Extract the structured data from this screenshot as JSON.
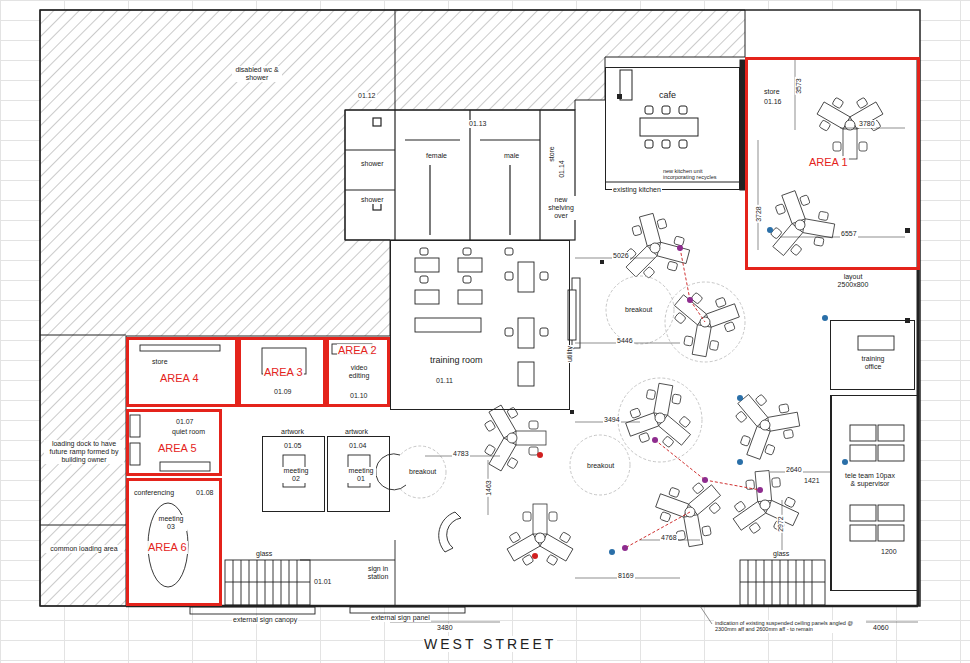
{
  "diagram": {
    "nodes": [
      {
        "text": [
          "store",
          "01.16",
          "3573",
          "3780",
          "AREA 1",
          "3728",
          "6557"
        ]
      },
      {
        "text": [
          "cafe"
        ]
      },
      {
        "text": [
          "training room",
          "01.11"
        ]
      },
      {
        "text": [
          "training office"
        ]
      },
      {
        "text": [
          "store",
          "AREA 4"
        ]
      },
      {
        "text": [
          "AREA 3",
          "01.09"
        ]
      },
      {
        "text": [
          "AREA 2",
          "video editing",
          "01.10"
        ]
      },
      {
        "text": [
          "01.07",
          "quiet room",
          "AREA 5"
        ]
      },
      {
        "text": [
          "01.05",
          "meeting 02"
        ]
      },
      {
        "text": [
          "01.04",
          "meeting 01"
        ]
      },
      {
        "text": [
          "tele team 10pax & supervisor",
          "1200"
        ]
      },
      {
        "text": [
          "conferencing",
          "01.08",
          "meeting 03",
          "AREA 6"
        ]
      }
    ],
    "labels": [
      "disabled wc & shower",
      "01.12",
      "01.13",
      "shower",
      "shower",
      "female",
      "male",
      "store",
      "01.14",
      "new shelving over",
      "existing kitchen",
      "new kitchen unit incorporating recycles",
      "layout 2500x800",
      "5026",
      "breakout",
      "5446",
      "utility",
      "3494",
      "breakout",
      "4783",
      "1463",
      "breakout",
      "2640",
      "1421",
      "2972",
      "4768",
      "8169",
      "sign in station",
      "01.01",
      "loading dock to have future ramp formed by building owner",
      "common loading area",
      "external sign canopy",
      "external sign panel",
      "3480",
      "WEST STREET",
      "indication of existing suspended ceiling panels angled @ 2300mm aff and 2600mm aff - to remain",
      "4060",
      "glass",
      "glass",
      "artwork",
      "artwork"
    ]
  }
}
